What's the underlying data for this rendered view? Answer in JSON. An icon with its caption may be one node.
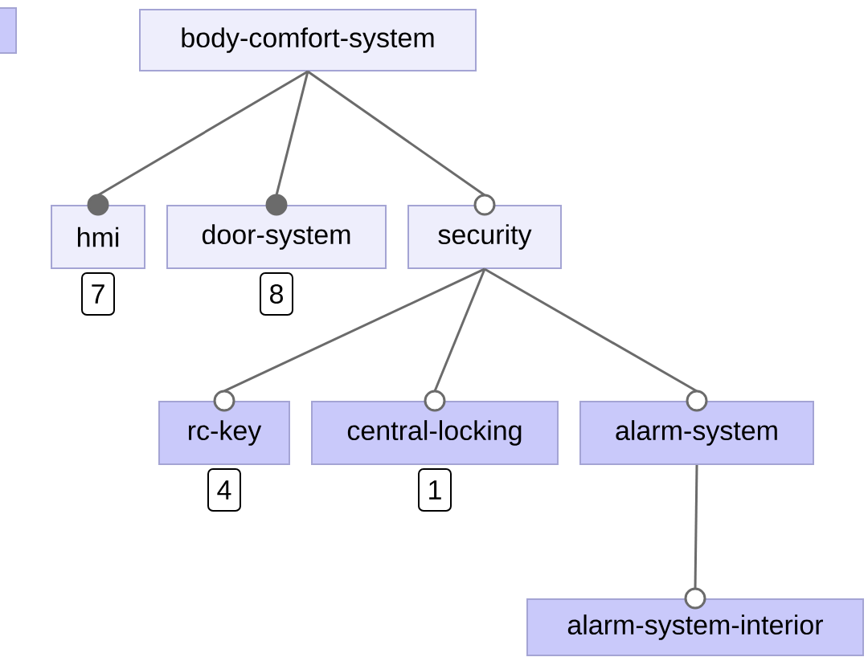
{
  "diagram": {
    "nodes": [
      {
        "text": [
          "body-comfort-system"
        ]
      },
      {
        "text": [
          "hmi"
        ],
        "beside": [
          "7"
        ]
      },
      {
        "text": [
          "door-system"
        ],
        "beside": [
          "8"
        ]
      },
      {
        "text": [
          "security"
        ]
      },
      {
        "text": [
          "rc-key"
        ],
        "beside": [
          "4"
        ]
      },
      {
        "text": [
          "central-locking"
        ],
        "beside": [
          "1"
        ]
      },
      {
        "text": [
          "alarm-system"
        ]
      },
      {
        "text": [
          "alarm-system-interior"
        ]
      }
    ],
    "edges": [
      {
        "from": 0,
        "to": 1,
        "arrow": "other"
      },
      {
        "from": 0,
        "to": 2,
        "arrow": "other"
      },
      {
        "from": 0,
        "to": 3,
        "arrow": "other"
      },
      {
        "from": 3,
        "to": 4,
        "arrow": "other"
      },
      {
        "from": 3,
        "to": 5,
        "arrow": "other"
      },
      {
        "from": 3,
        "to": 6,
        "arrow": "other"
      },
      {
        "from": 6,
        "to": 7,
        "arrow": "other"
      }
    ]
  }
}
